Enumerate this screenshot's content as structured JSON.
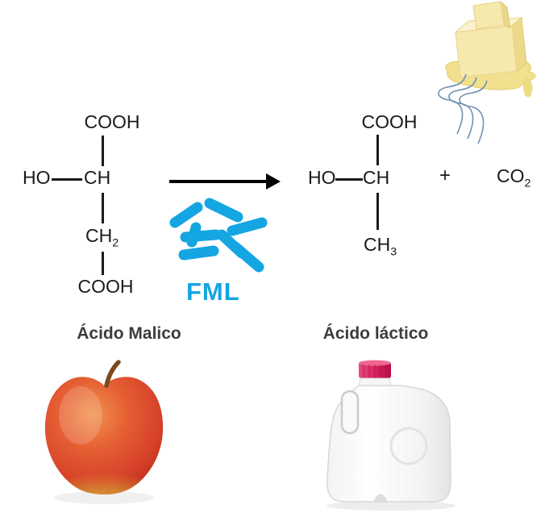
{
  "reaction": {
    "malic": {
      "label": "Ácido Malico",
      "cooh_top": "COOH",
      "ho": "HO",
      "ch": "CH",
      "ch2": "CH",
      "ch2_sub": "2",
      "cooh_bottom": "COOH"
    },
    "lactic": {
      "label": "Ácido láctico",
      "cooh": "COOH",
      "ho": "HO",
      "ch": "CH",
      "ch3": "CH",
      "ch3_sub": "3"
    },
    "plus": "+",
    "co2": "CO",
    "co2_sub": "2",
    "fml": "FML"
  },
  "images": {
    "bacteria": "cluster of rod-shaped lactic bacteria",
    "butter": "melting butter with aroma waves",
    "apple": "red apple",
    "milk": "gallon milk jug with red cap"
  },
  "colors": {
    "bacteria": "#14a5e3",
    "fml_text": "#14a5e3",
    "structure_text": "#1a1a1a",
    "arrow": "#000000",
    "label_text": "#3d3d3d",
    "apple_red": "#d8432a",
    "apple_yellow": "#d9c944",
    "milk_cap_red": "#d6215d",
    "butter_yellow": "#f5e9ae",
    "aroma_blue": "#7090b5"
  }
}
